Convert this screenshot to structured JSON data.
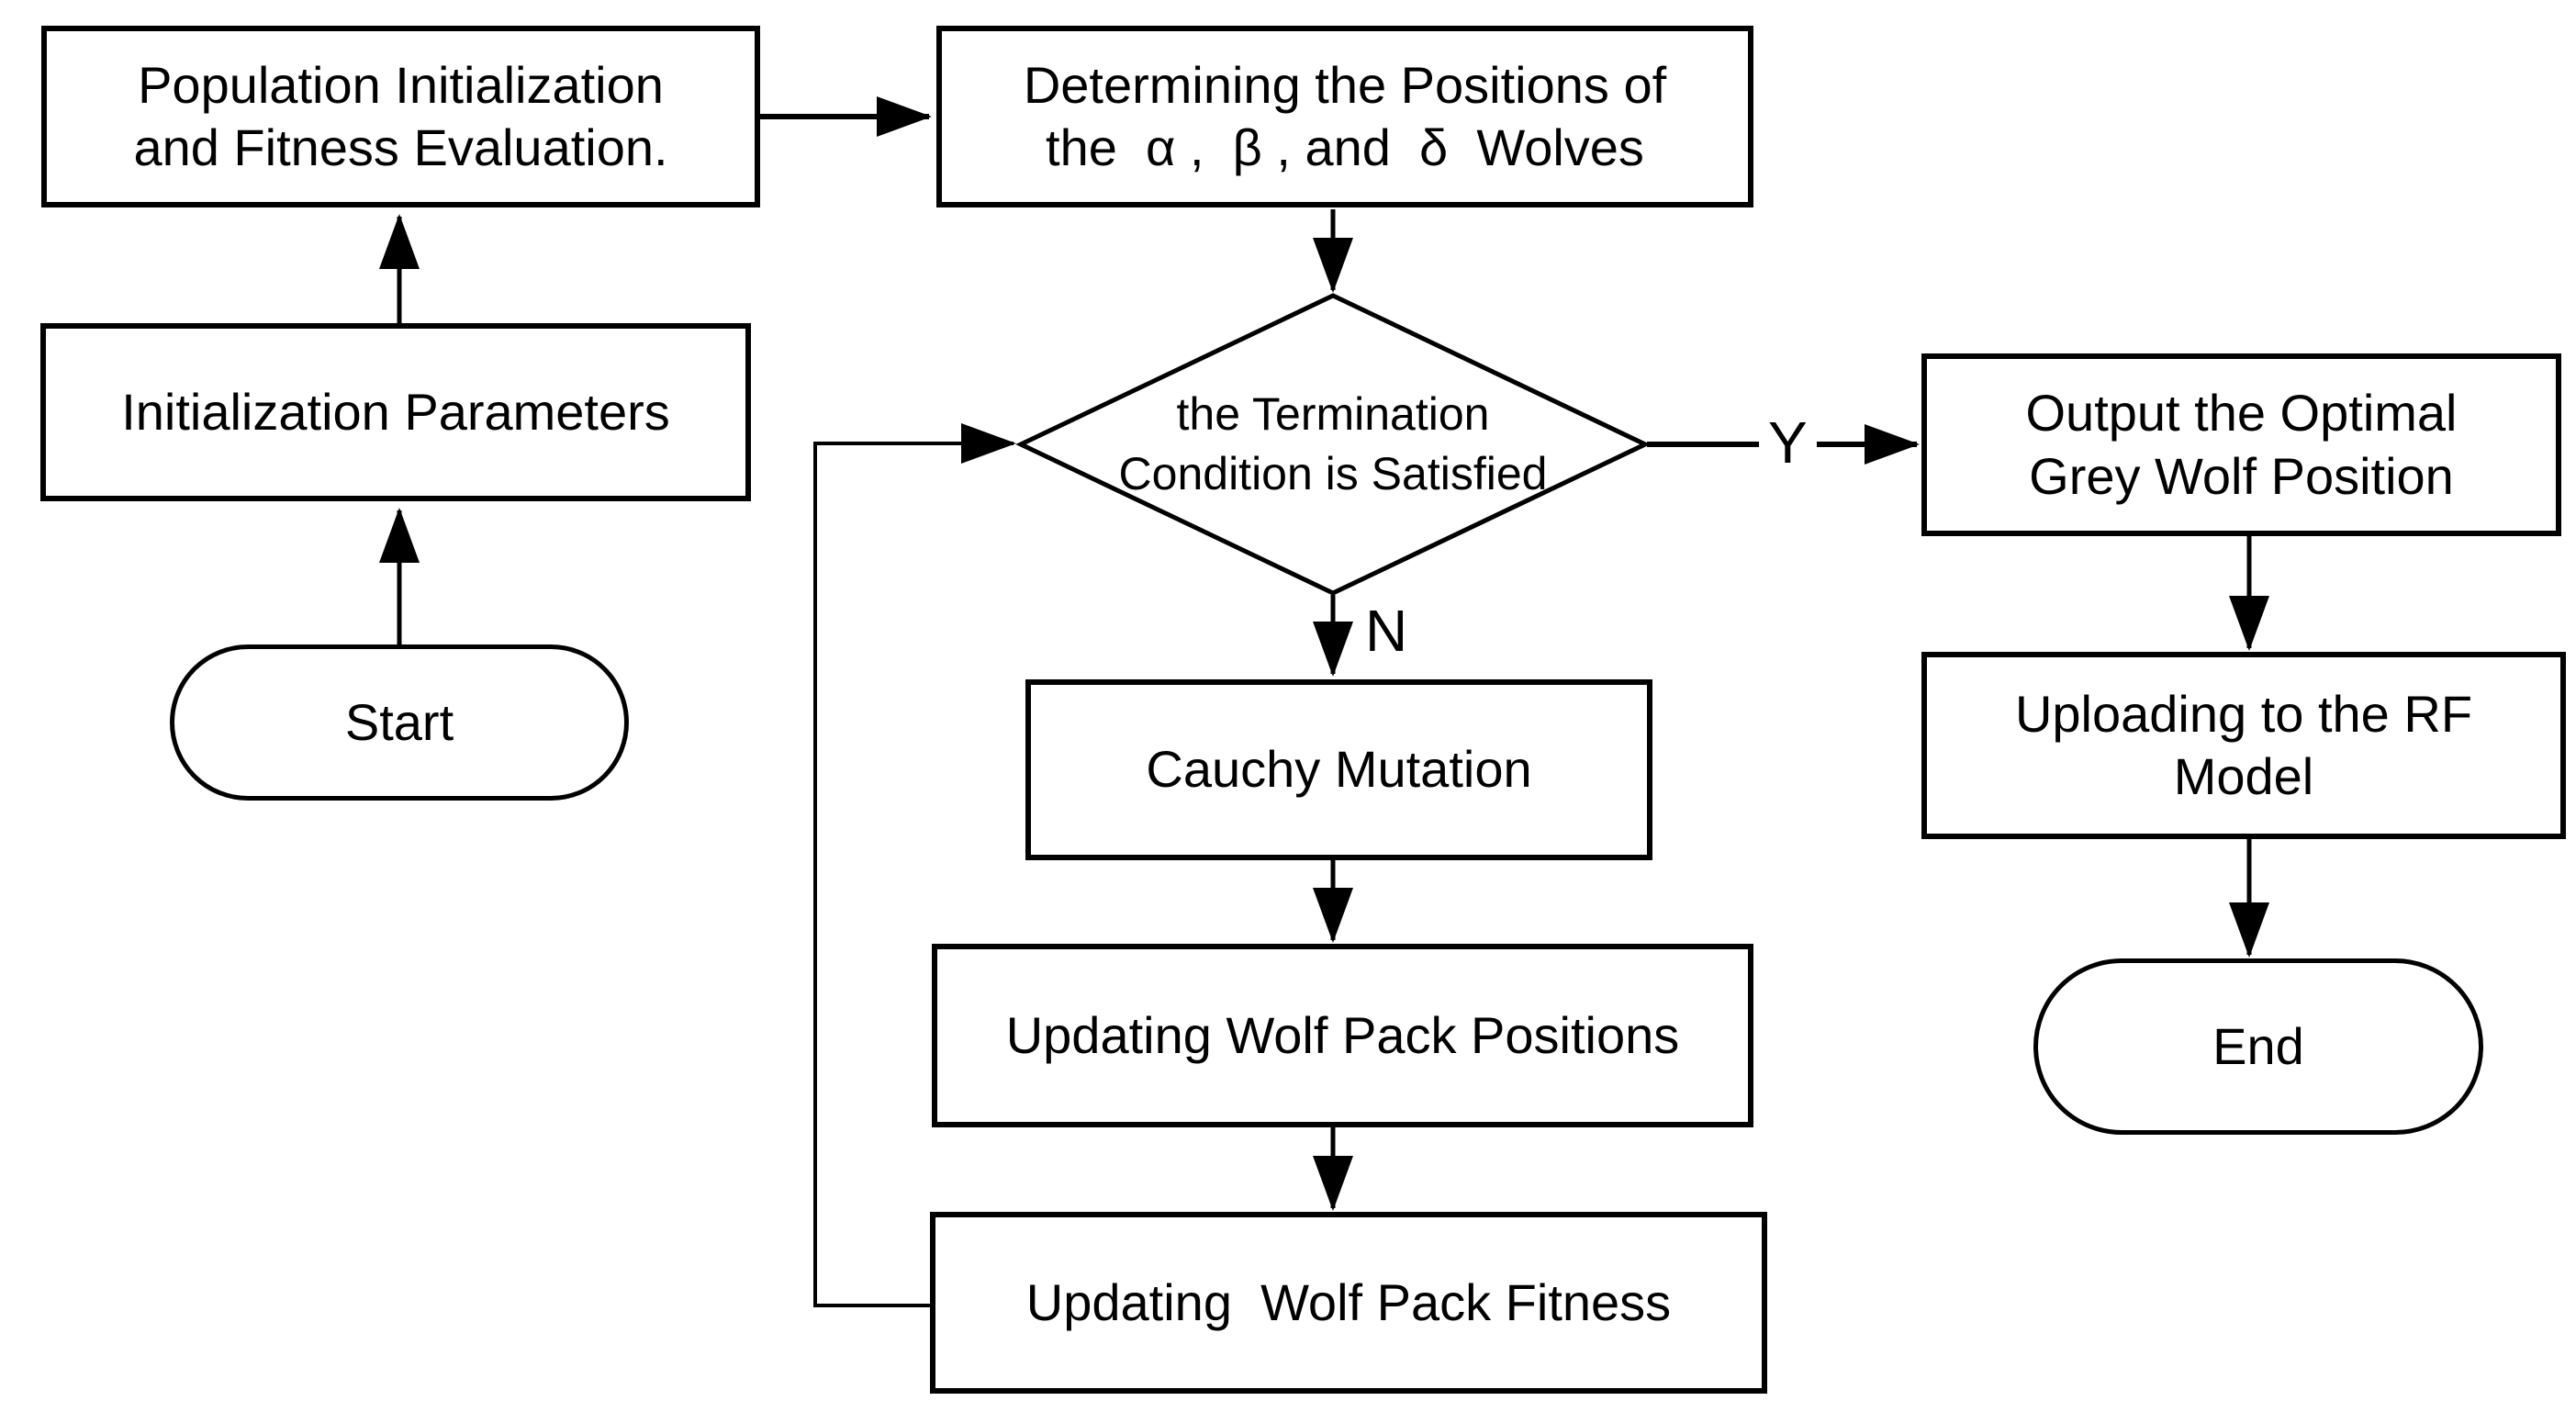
{
  "colors": {
    "background": "#ffffff",
    "stroke": "#000000",
    "node_fill": "#ffffff",
    "text": "#000000"
  },
  "nodes": {
    "start": {
      "type": "terminator",
      "label": "Start"
    },
    "init_params": {
      "type": "process",
      "label": "Initialization Parameters"
    },
    "pop_init": {
      "type": "process",
      "label": "Population Initialization\nand Fitness Evaluation."
    },
    "determine_wolves": {
      "type": "process",
      "label": "Determining the Positions of\nthe  α ,  β , and  δ  Wolves"
    },
    "termination": {
      "type": "decision",
      "label": "the Termination\nCondition is Satisfied"
    },
    "cauchy": {
      "type": "process",
      "label": "Cauchy Mutation"
    },
    "update_positions": {
      "type": "process",
      "label": "Updating Wolf Pack Positions"
    },
    "update_fitness": {
      "type": "process",
      "label": "Updating  Wolf Pack Fitness"
    },
    "output_optimal": {
      "type": "process",
      "label": "Output the Optimal\nGrey Wolf Position"
    },
    "upload_rf": {
      "type": "process",
      "label": "Uploading to the RF\nModel"
    },
    "end": {
      "type": "terminator",
      "label": "End"
    }
  },
  "edge_labels": {
    "yes": "Y",
    "no": "N"
  }
}
